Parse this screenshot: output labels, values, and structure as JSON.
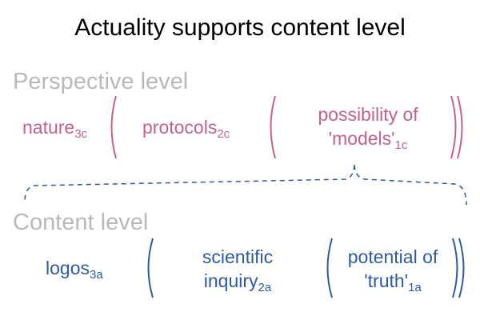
{
  "title": "Actuality supports content level",
  "colors": {
    "perspective": "#c4628f",
    "content": "#2e5b9f",
    "heading": "#b9b9b9",
    "connector": "#2e5b9f",
    "title": "#000000"
  },
  "perspective": {
    "heading": "Perspective level",
    "terms": [
      {
        "text": "nature",
        "sub": "3c"
      },
      {
        "text": "protocols",
        "sub": "2c"
      },
      {
        "text": "possibility of",
        "text2": "'models'",
        "sub": "1c"
      }
    ]
  },
  "content": {
    "heading": "Content level",
    "terms": [
      {
        "text": "logos",
        "sub": "3a"
      },
      {
        "text": "scientific",
        "text2": "inquiry",
        "sub": "2a"
      },
      {
        "text": "potential of",
        "text2": "'truth'",
        "sub": "1a"
      }
    ]
  }
}
